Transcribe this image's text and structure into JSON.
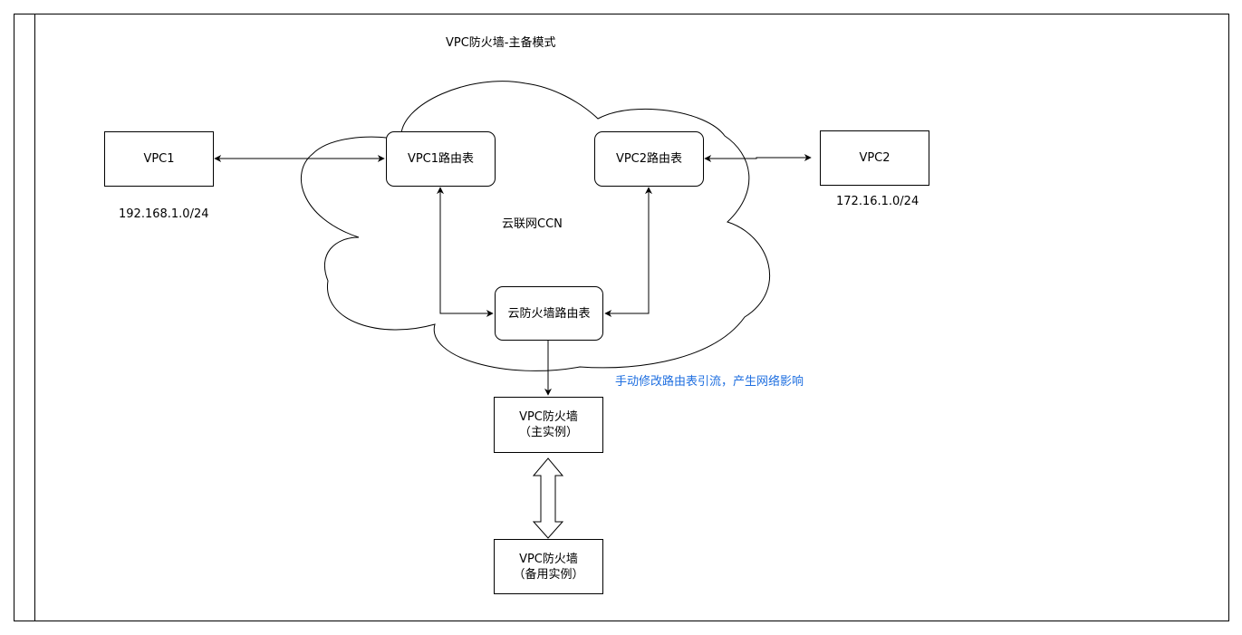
{
  "diagram": {
    "title": "VPC防火墙-主备模式",
    "cloud_label": "云联网CCN",
    "note": "手动修改路由表引流，产生网络影响",
    "note_color": "#1f6fe0",
    "nodes": {
      "vpc1": {
        "label": "VPC1",
        "cidr": "192.168.1.0/24"
      },
      "vpc2": {
        "label": "VPC2",
        "cidr": "172.16.1.0/24"
      },
      "vpc1_route_table": {
        "label": "VPC1路由表"
      },
      "vpc2_route_table": {
        "label": "VPC2路由表"
      },
      "cfw_route_table": {
        "label": "云防火墙路由表"
      },
      "fw_primary": {
        "line1": "VPC防火墙",
        "line2": "（主实例）"
      },
      "fw_standby": {
        "line1": "VPC防火墙",
        "line2": "（备用实例）"
      }
    },
    "edges": [
      {
        "from": "vpc1",
        "to": "vpc1_route_table",
        "direction": "both"
      },
      {
        "from": "vpc2_route_table",
        "to": "vpc2",
        "direction": "both"
      },
      {
        "from": "vpc1_route_table",
        "to": "cfw_route_table",
        "direction": "both"
      },
      {
        "from": "vpc2_route_table",
        "to": "cfw_route_table",
        "direction": "both"
      },
      {
        "from": "cfw_route_table",
        "to": "fw_primary",
        "direction": "forward"
      },
      {
        "from": "fw_primary",
        "to": "fw_standby",
        "direction": "both",
        "style": "hollow-block"
      }
    ]
  }
}
